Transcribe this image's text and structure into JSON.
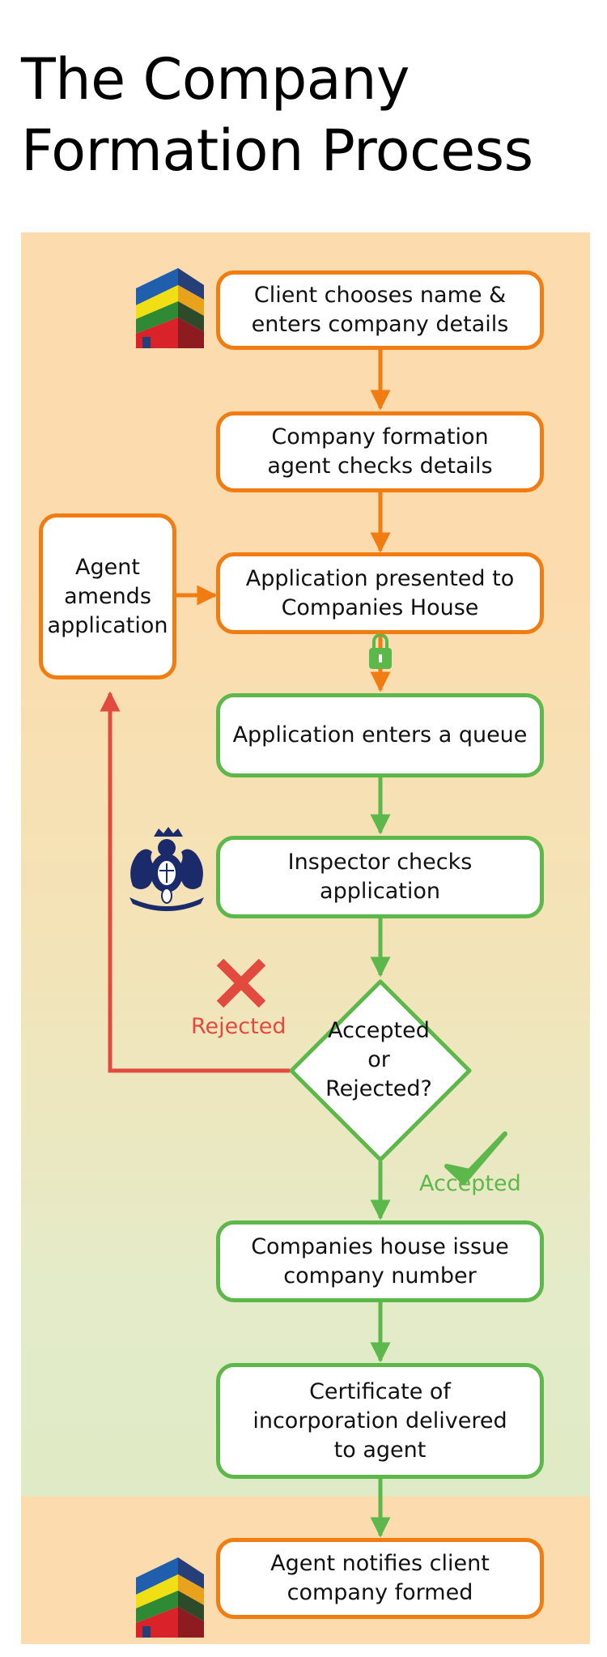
{
  "title": "The Company\nFormation Process",
  "colors": {
    "orange": "#f07c12",
    "green": "#5cb84a",
    "red": "#e24a40",
    "panel_top": "#fcdcae",
    "panel_bottom": "#dfebc6"
  },
  "nodes": {
    "client_chooses": "Client chooses name &\nenters company details",
    "agent_checks": "Company formation\nagent checks details",
    "application_presented": "Application presented to\nCompanies House",
    "agent_amends": "Agent\namends\napplication",
    "enters_queue": "Application enters a queue",
    "inspector_checks": "Inspector checks\napplication",
    "decision": "Accepted\nor\nRejected?",
    "issue_number": "Companies house issue\ncompany number",
    "certificate": "Certificate of\nincorporation delivered\nto agent",
    "agent_notifies": "Agent notifies client\ncompany formed"
  },
  "labels": {
    "rejected": "Rejected",
    "accepted": "Accepted"
  },
  "icons": [
    "building-logo-icon",
    "padlock-icon",
    "royal-crest-icon",
    "cross-icon",
    "checkmark-icon"
  ]
}
